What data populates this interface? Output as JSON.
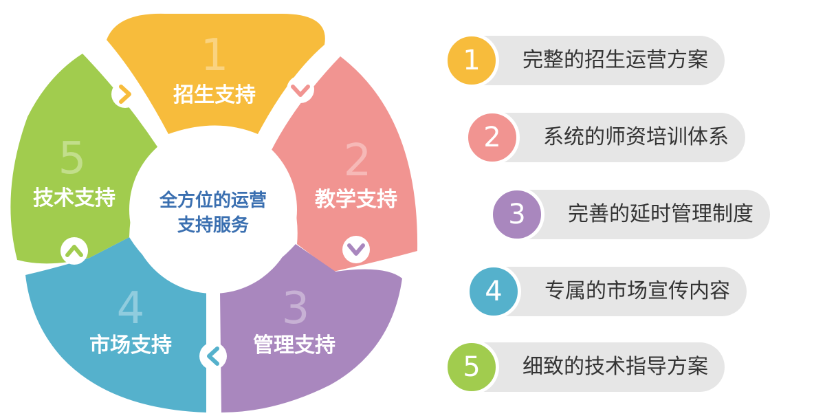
{
  "center": {
    "line1": "全方位的运营",
    "line2": "支持服务"
  },
  "colors": {
    "yellow": "#f7bc3c",
    "pink": "#f19491",
    "purple": "#a987be",
    "blue": "#55b1cc",
    "green": "#a1cc4e",
    "center_text": "#3a6fb0",
    "pill_bg": "#e6e6e6"
  },
  "segments": [
    {
      "num": "1",
      "label": "招生支持",
      "color": "#f7bc3c"
    },
    {
      "num": "2",
      "label": "教学支持",
      "color": "#f19491"
    },
    {
      "num": "3",
      "label": "管理支持",
      "color": "#a987be"
    },
    {
      "num": "4",
      "label": "市场支持",
      "color": "#55b1cc"
    },
    {
      "num": "5",
      "label": "技术支持",
      "color": "#a1cc4e"
    }
  ],
  "list": [
    {
      "num": "1",
      "text": "完整的招生运营方案",
      "color": "#f7bc3c"
    },
    {
      "num": "2",
      "text": "系统的师资培训体系",
      "color": "#f19491"
    },
    {
      "num": "3",
      "text": "完善的延时管理制度",
      "color": "#a987be"
    },
    {
      "num": "4",
      "text": "专属的市场宣传内容",
      "color": "#55b1cc"
    },
    {
      "num": "5",
      "text": "细致的技术指导方案",
      "color": "#a1cc4e"
    }
  ]
}
